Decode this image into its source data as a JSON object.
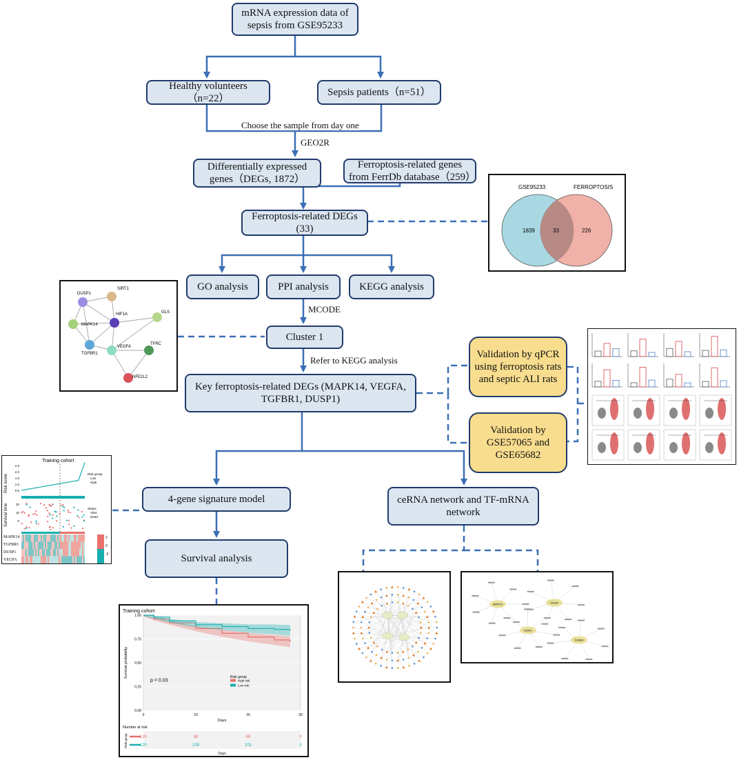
{
  "nodes": {
    "source": "mRNA expression data of sepsis from GSE95233",
    "healthy": "Healthy volunteers（n=22）",
    "sepsis": "Sepsis patients（n=51）",
    "degs": "Differentially expressed genes（DEGs, 1872）",
    "ferr_genes": "Ferroptosis-related genes from FerrDb database（259）",
    "ferr_degs": "Ferroptosis-related DEGs (33)",
    "go": "GO  analysis",
    "ppi": "PPI analysis",
    "kegg": "KEGG  analysis",
    "cluster": "Cluster 1",
    "key": "Key ferroptosis-related DEGs (MAPK14, VEGFA, TGFBR1, DUSP1)",
    "val_qpcr": "Validation by qPCR using ferroptosis rats and septic ALI rats",
    "val_gse": "Validation by GSE57065 and GSE65682",
    "signature": "4-gene signature model",
    "survival": "Survival analysis",
    "cerna": "ceRNA network and TF-mRNA network"
  },
  "edge_labels": {
    "choose": "Choose the sample from day one",
    "geo2r": "GEO2R",
    "mcode": "MCODE",
    "refer": "Refer to KEGG analysis"
  },
  "venn": {
    "left_label": "GSE95233",
    "right_label": "FERROPTOSIS",
    "left_only": "1839",
    "overlap": "33",
    "right_only": "226",
    "left_color": "#a9d8e3",
    "right_color": "#eea99f",
    "overlap_color": "#b88a86"
  },
  "ppi_network": {
    "genes": [
      "DUSP1",
      "MAPK14",
      "HIF1A",
      "TGFBR1",
      "VEGFA",
      "TFRC",
      "GLS",
      "SIRT1",
      "NFE2L2"
    ]
  },
  "risk_panel": {
    "title": "Training cohort",
    "risk_ylabel": "Risk score",
    "risk_ticks": [
      "2.5",
      "2.0",
      "1.5",
      "1.0",
      "0.5"
    ],
    "risk_legend_title": "Risk group",
    "risk_legend_items": [
      "Low",
      "High"
    ],
    "time_ylabel": "Survival time",
    "time_ticks": [
      "20",
      "10",
      "0"
    ],
    "status_legend_title": "Status",
    "status_legend_items": [
      "Alive",
      "Dead"
    ],
    "heatmap_genes": [
      "MAPK14",
      "TGFBR1",
      "DUSP1",
      "VEGFA"
    ],
    "heatmap_scale": [
      "2",
      "0",
      "-2"
    ]
  },
  "km_plot": {
    "title": "Training cohort",
    "ylabel": "Survival probability",
    "xlabel": "Days",
    "yticks": [
      "1.00",
      "0.75",
      "0.50",
      "0.25",
      "0.00"
    ],
    "xticks": [
      "0",
      "10",
      "20",
      "30"
    ],
    "pvalue": "p = 0.03",
    "legend_title": "Risk group",
    "legend_items": [
      "High risk",
      "Low risk"
    ],
    "risk_table_title": "Number at risk",
    "risk_table_ylabel": "Risk group",
    "high_risk_counts": [
      "120",
      "98",
      "88",
      "0"
    ],
    "low_risk_counts": [
      "120",
      "109",
      "101",
      "0"
    ],
    "high_color": "#e8706b",
    "low_color": "#19aeae"
  },
  "chart_data": {
    "type": "line",
    "title": "Training cohort",
    "xlabel": "Days",
    "ylabel": "Survival probability",
    "xlim": [
      0,
      30
    ],
    "ylim": [
      0,
      1
    ],
    "series": [
      {
        "name": "High risk",
        "x": [
          0,
          2,
          5,
          10,
          15,
          20,
          25,
          28
        ],
        "values": [
          1.0,
          0.96,
          0.92,
          0.86,
          0.81,
          0.77,
          0.74,
          0.72
        ]
      },
      {
        "name": "Low risk",
        "x": [
          0,
          2,
          5,
          10,
          15,
          20,
          25,
          28
        ],
        "values": [
          1.0,
          0.98,
          0.94,
          0.9,
          0.88,
          0.86,
          0.85,
          0.84
        ]
      }
    ],
    "annotations": [
      "p = 0.03"
    ]
  },
  "networks": {
    "tf_hubs": [
      "MAPK14",
      "VEGFA",
      "DUSP1",
      "TGFBR1"
    ]
  }
}
